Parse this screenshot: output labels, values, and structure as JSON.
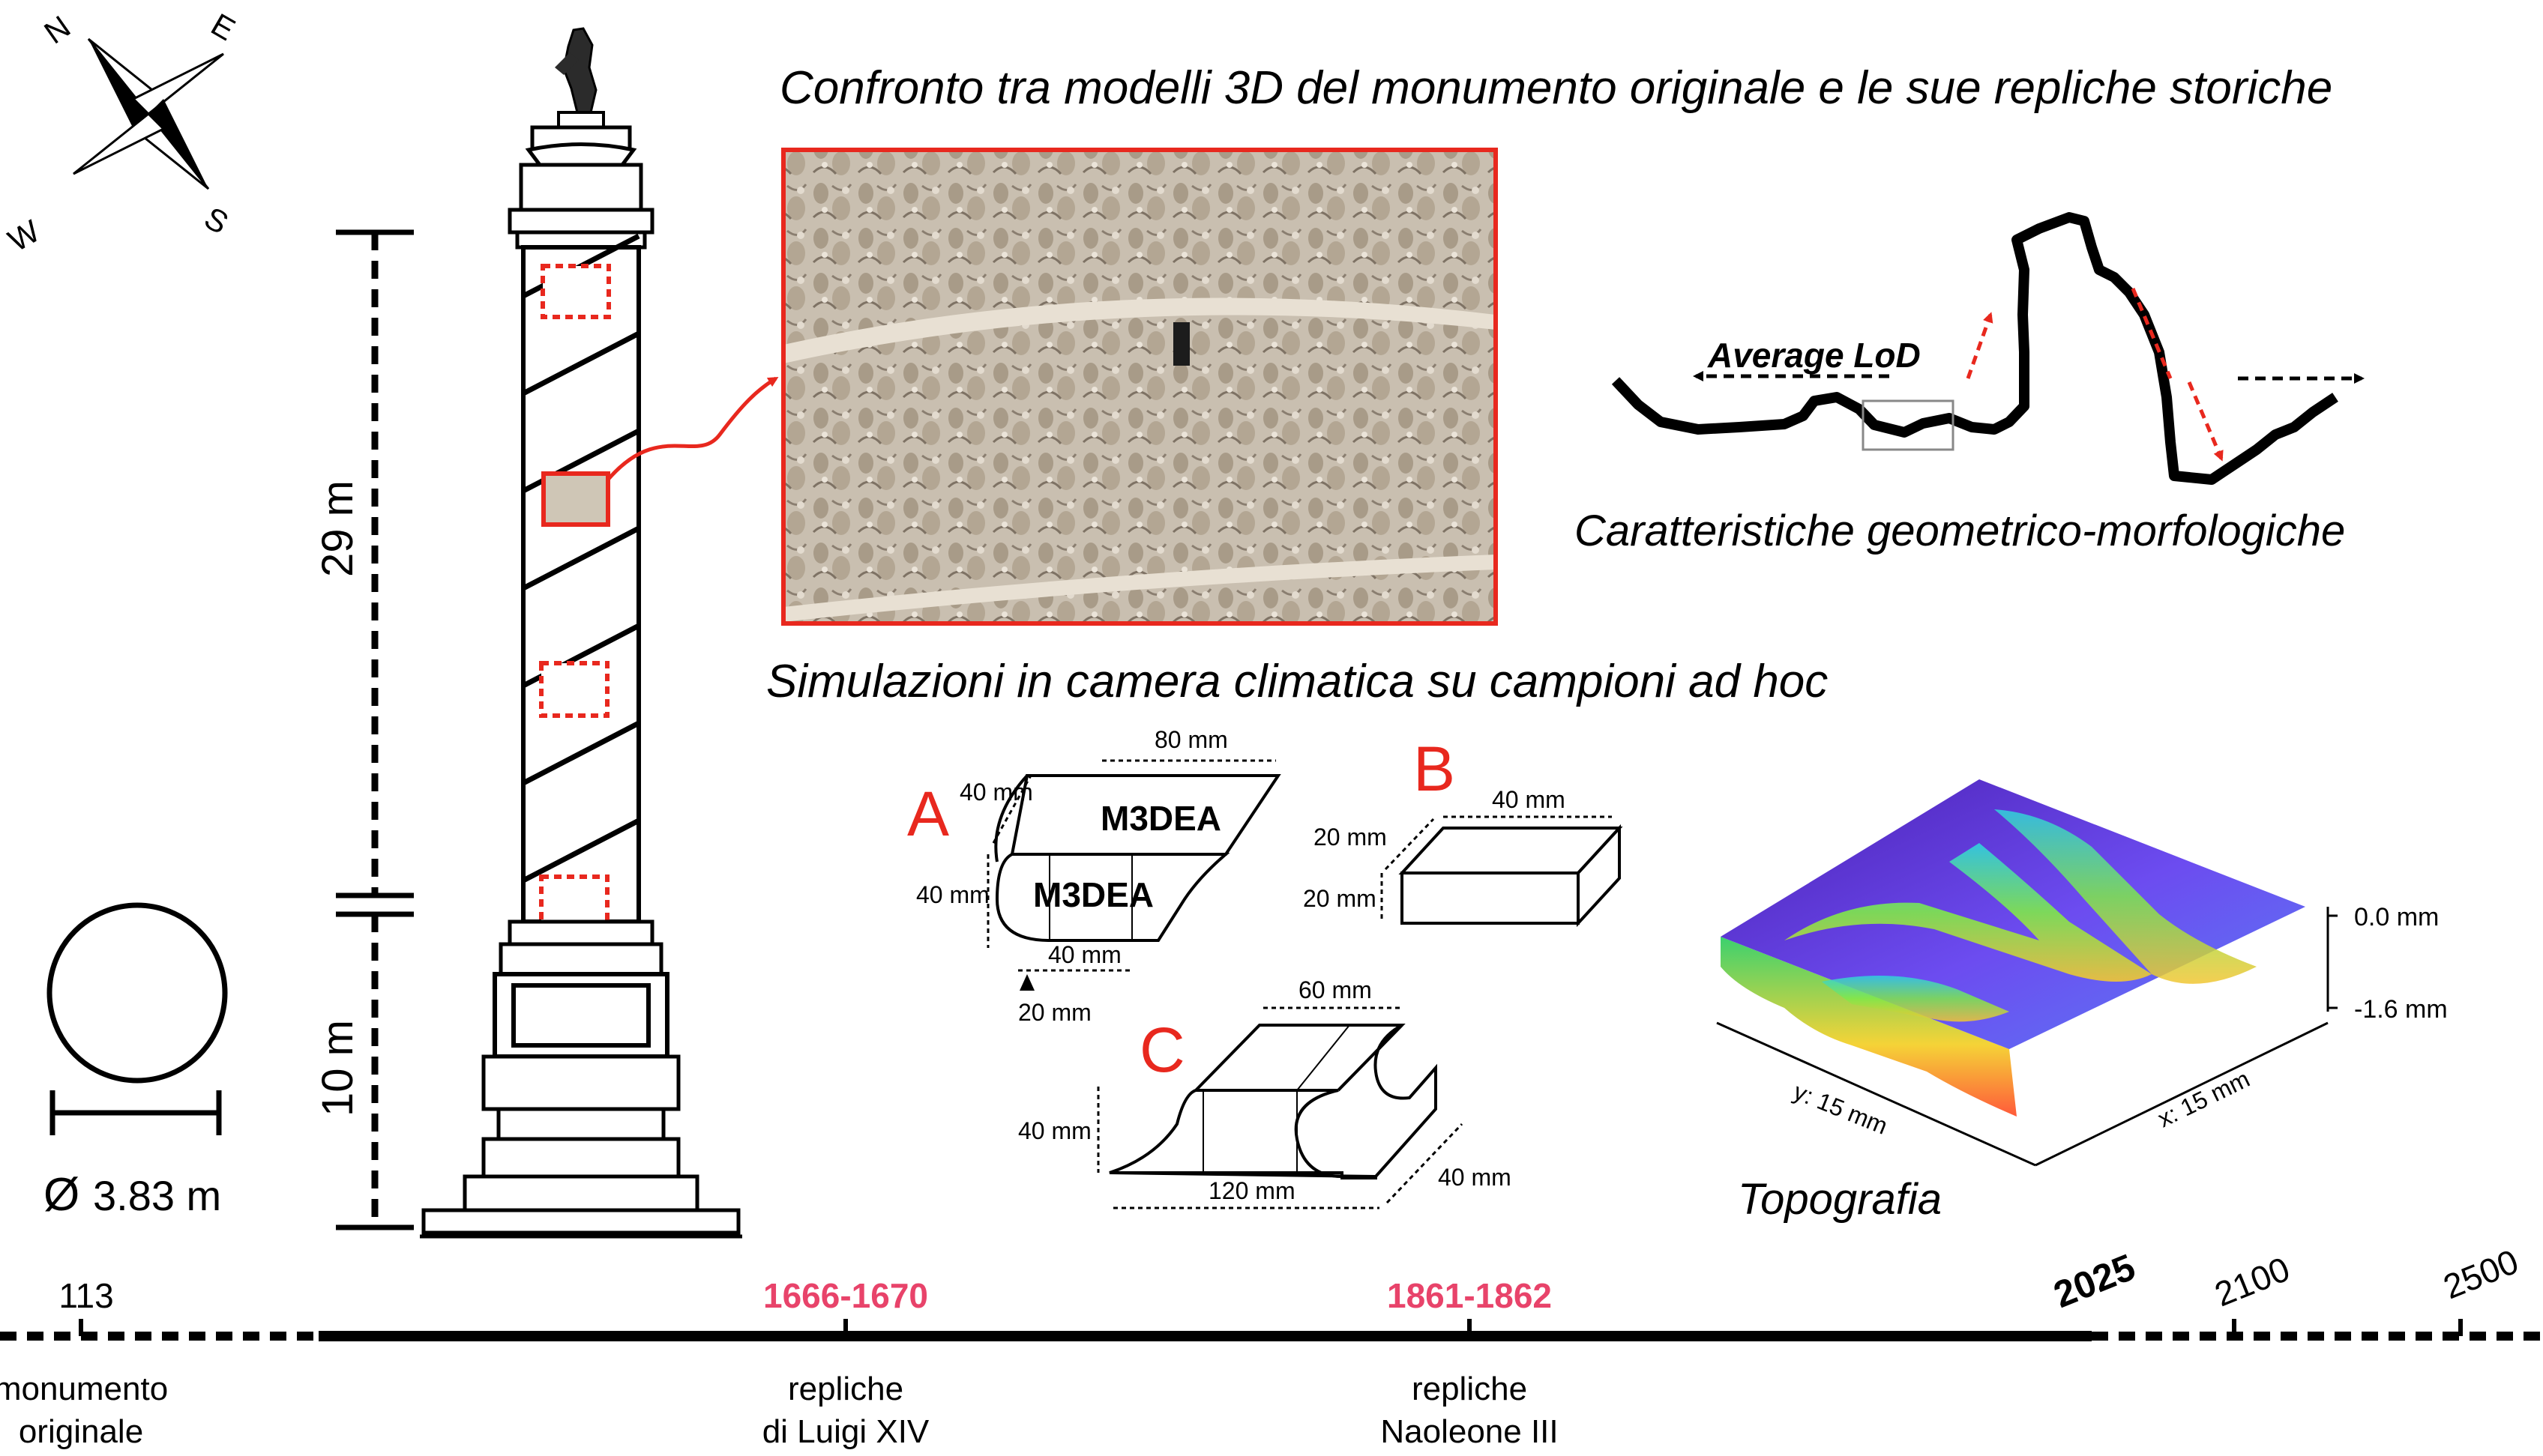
{
  "compass": {
    "n": "N",
    "e": "E",
    "w": "W",
    "s": "S",
    "icon": "compass-rose-icon"
  },
  "column": {
    "height_upper": "29 m",
    "height_lower": "10 m",
    "diameter": "3.83 m",
    "diameter_symbol": "Ø",
    "statue_icon": "statue-icon"
  },
  "titles": {
    "comparison": "Confronto tra modelli 3D del monumento originale e le sue repliche storiche",
    "simulations": "Simulazioni in camera climatica su campioni ad hoc",
    "features": "Caratteristiche geometrico-morfologiche",
    "topography": "Topografia"
  },
  "profile": {
    "lod_label": "Average LoD"
  },
  "samples": {
    "A": {
      "letter": "A",
      "logo_top": "M3DEA",
      "logo_front": "M3DEA",
      "dim_top": "80 mm",
      "dim_depth": "40 mm",
      "dim_height": "40 mm",
      "dim_bottom": "40 mm",
      "dim_notch": "20 mm"
    },
    "B": {
      "letter": "B",
      "dim_top": "40 mm",
      "dim_depth": "20 mm",
      "dim_height": "20 mm"
    },
    "C": {
      "letter": "C",
      "dim_top": "60 mm",
      "dim_height": "40 mm",
      "dim_bottom": "120 mm",
      "dim_depth": "40 mm"
    }
  },
  "topo": {
    "z_max": "0.0 mm",
    "z_min": "-1.6 mm",
    "y_label": "y: 15 mm",
    "x_label": "x: 15 mm"
  },
  "timeline": {
    "events": [
      {
        "year": "113",
        "label1": "monumento",
        "label2": "originale"
      },
      {
        "year": "1666-1670",
        "label1": "repliche",
        "label2": "di Luigi XIV"
      },
      {
        "year": "1861-1862",
        "label1": "repliche",
        "label2": "Naoleone III"
      },
      {
        "year": "2025"
      },
      {
        "year": "2100"
      },
      {
        "year": "2500"
      }
    ]
  },
  "colors": {
    "accent_red": "#e8281e",
    "year_pink": "#e8436a",
    "line": "#000000",
    "topo_top": "#5a3fd6",
    "topo_mid": "#7fd84a"
  }
}
